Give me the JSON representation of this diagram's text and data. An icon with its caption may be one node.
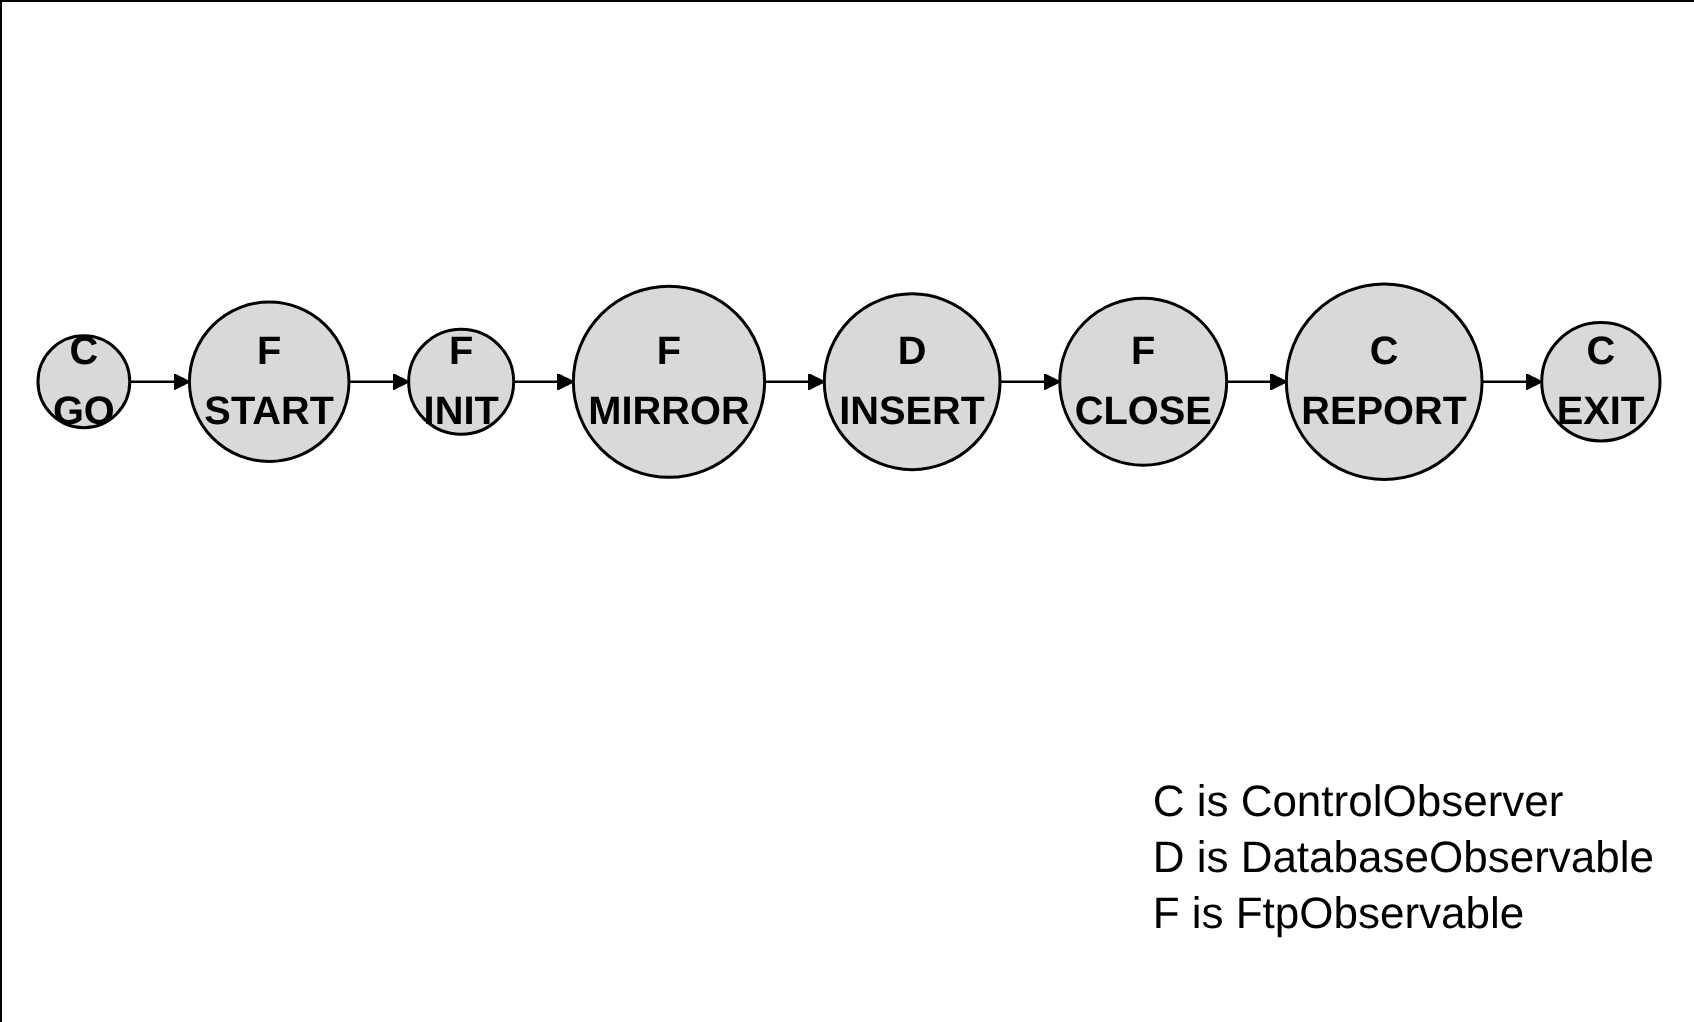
{
  "diagram": {
    "nodes": [
      {
        "text": [
          "C",
          "GO"
        ]
      },
      {
        "text": [
          "F",
          "START"
        ]
      },
      {
        "text": [
          "F",
          "INIT"
        ]
      },
      {
        "text": [
          "F",
          "MIRROR"
        ]
      },
      {
        "text": [
          "D",
          "INSERT"
        ]
      },
      {
        "text": [
          "F",
          "CLOSE"
        ]
      },
      {
        "text": [
          "C",
          "REPORT"
        ]
      },
      {
        "text": [
          "C",
          "EXIT"
        ]
      }
    ],
    "edges": [
      {
        "from": 0,
        "to": 1,
        "arrow": "to"
      },
      {
        "from": 1,
        "to": 2,
        "arrow": "to"
      },
      {
        "from": 2,
        "to": 3,
        "arrow": "to"
      },
      {
        "from": 3,
        "to": 4,
        "arrow": "to"
      },
      {
        "from": 4,
        "to": 5,
        "arrow": "to"
      },
      {
        "from": 5,
        "to": 6,
        "arrow": "to"
      },
      {
        "from": 6,
        "to": 7,
        "arrow": "to"
      }
    ],
    "labels": [
      "C is ControlObserver",
      "D is DatabaseObservable",
      "F is FtpObservable"
    ]
  }
}
